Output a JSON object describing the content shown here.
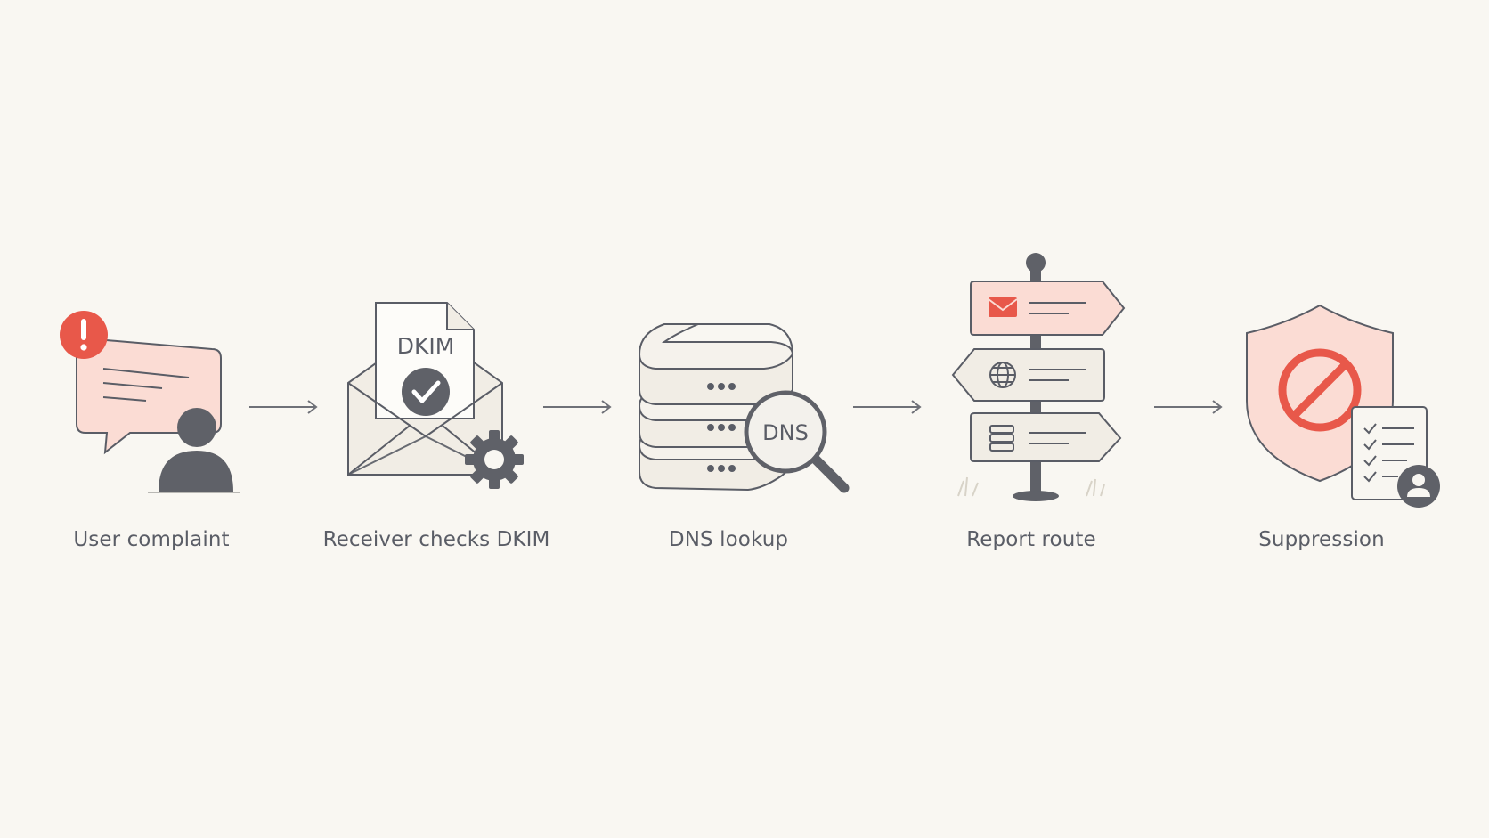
{
  "steps": [
    {
      "label": "User complaint",
      "icon": "complaint-speech-bubble-icon"
    },
    {
      "label": "Receiver checks DKIM",
      "icon": "dkim-envelope-icon",
      "icon_text": "DKIM"
    },
    {
      "label": "DNS lookup",
      "icon": "dns-server-magnifier-icon",
      "icon_text": "DNS"
    },
    {
      "label": "Report route",
      "icon": "signpost-icon"
    },
    {
      "label": "Suppression",
      "icon": "suppression-shield-icon"
    }
  ],
  "colors": {
    "background": "#f9f7f2",
    "accent_red": "#e8584a",
    "accent_pink": "#fbdcd4",
    "stroke_gray": "#5a5d66",
    "panel_beige": "#f1ede5"
  }
}
